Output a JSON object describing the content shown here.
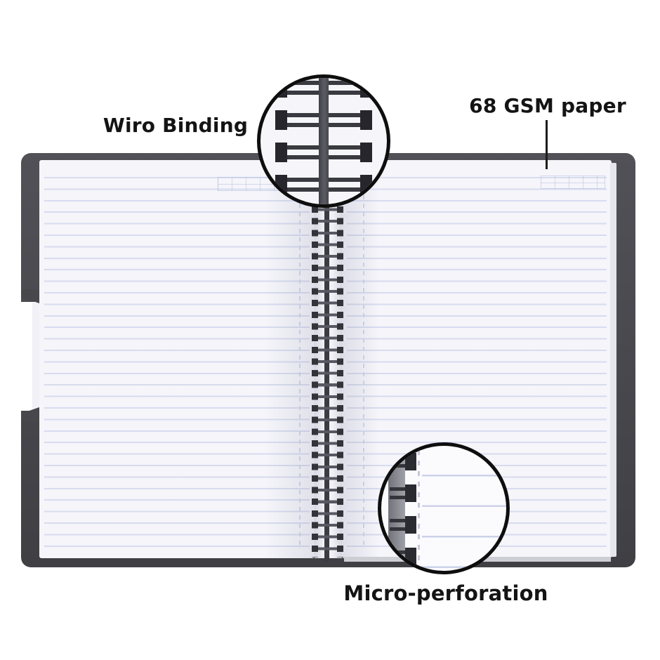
{
  "annotations": {
    "wiro_binding": {
      "label": "Wiro Binding"
    },
    "paper": {
      "label": "68 GSM paper"
    },
    "micro_perforation": {
      "label": "Micro-perforation"
    }
  },
  "colors": {
    "background": "#ffffff",
    "cover": "#47474c",
    "page": "#f5f5fa",
    "rule_line": "#dde1f0",
    "wire": "#33333a",
    "callout_border": "#0e0e0e",
    "label_text": "#141414"
  }
}
